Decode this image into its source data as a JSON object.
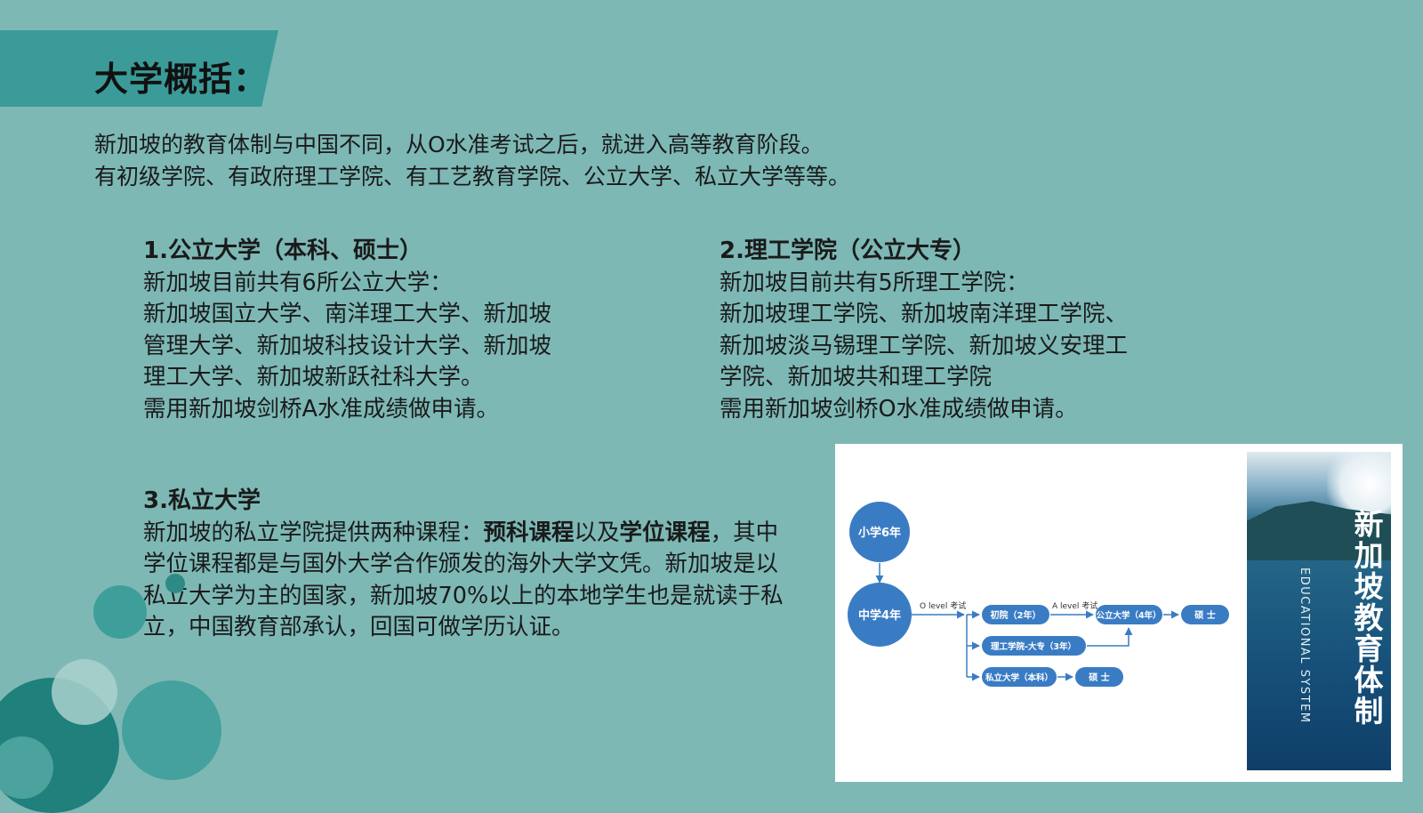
{
  "title": "大学概括：",
  "intro": [
    "新加坡的教育体制与中国不同，从O水准考试之后，就进入高等教育阶段。",
    "有初级学院、有政府理工学院、有工艺教育学院、公立大学、私立大学等等。"
  ],
  "sections": [
    {
      "heading": "1.公立大学（本科、硕士）",
      "lines": [
        "新加坡目前共有6所公立大学：",
        "新加坡国立大学、南洋理工大学、新加坡",
        "管理大学、新加坡科技设计大学、新加坡",
        "理工大学、新加坡新跃社科大学。",
        "需用新加坡剑桥A水准成绩做申请。"
      ]
    },
    {
      "heading": "2.理工学院（公立大专）",
      "lines": [
        "新加坡目前共有5所理工学院：",
        "新加坡理工学院、新加坡南洋理工学院、",
        "新加坡淡马锡理工学院、新加坡义安理工",
        "学院、新加坡共和理工学院",
        "需用新加坡剑桥O水准成绩做申请。"
      ]
    },
    {
      "heading": "3.私立大学",
      "p_prefix": "新加坡的私立学院提供两种课程：",
      "p_bold1": "预科课程",
      "p_mid": "以及",
      "p_bold2": "学位课程",
      "p_suffix": "，其中学位课程都是与国外大学合作颁发的海外大学文凭。新加坡是以私立大学为主的国家，新加坡70%以上的本地学生也是就读于私立，中国教育部承认，回国可做学历认证。"
    }
  ],
  "diagram": {
    "node_primary": "小学6年",
    "node_secondary": "中学4年",
    "label_o_level": "O level 考试",
    "label_a_level": "A level 考试",
    "box_jc": "初院（2年）",
    "box_public": "公立大学（4年）",
    "box_master_1": "硕 士",
    "box_poly": "理工学院-大专（3年）",
    "box_private": "私立大学（本科）",
    "box_master_2": "硕 士",
    "cover_title": "新加坡教育体制",
    "cover_subtitle": "EDUCATIONAL SYSTEM",
    "accent_color": "#3a7cc4"
  },
  "colors": {
    "background": "#7db8b5",
    "title_band": "#3a9b98",
    "circle_dark": "#1f807c"
  }
}
